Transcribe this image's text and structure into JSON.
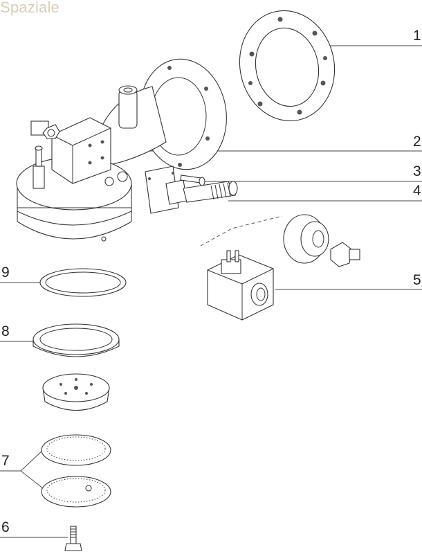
{
  "brand": "Spaziale",
  "callouts": [
    "1",
    "2",
    "3",
    "4",
    "5",
    "6",
    "7",
    "8",
    "9"
  ]
}
